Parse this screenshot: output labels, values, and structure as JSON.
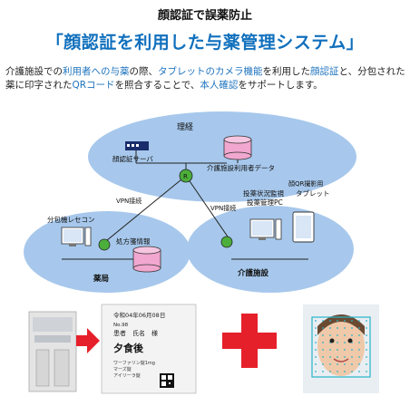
{
  "header": {
    "topline": "顔認証で誤薬防止",
    "title": "「顔認証を利用した与薬管理システム」",
    "description_parts": [
      {
        "text": "介護施設での",
        "hl": false
      },
      {
        "text": "利用者への与薬",
        "hl": true
      },
      {
        "text": "の際、",
        "hl": false
      },
      {
        "text": "タブレットのカメラ機能",
        "hl": true
      },
      {
        "text": "を利用した",
        "hl": false
      },
      {
        "text": "顔認証",
        "hl": true
      },
      {
        "text": "と、分包された薬に印字された",
        "hl": false
      },
      {
        "text": "QRコード",
        "hl": true
      },
      {
        "text": "を照合することで、",
        "hl": false
      },
      {
        "text": "本人確認",
        "hl": true
      },
      {
        "text": "をサポートします。",
        "hl": false
      }
    ]
  },
  "diagram": {
    "cloud_top_label": "理経",
    "face_server_label": "顔認証サーバ",
    "db_top_label": "介護施設利用者データ",
    "router_label": "R",
    "vpn_left": "VPN接続",
    "vpn_right": "VPN接続",
    "pharmacy_label": "薬局",
    "packager_label": "分包機レセコン",
    "prescription_label": "処方箋情報",
    "facility_label": "介護施設",
    "monitor_label_1": "投薬状況監視",
    "monitor_label_2": "投薬管理PC",
    "tablet_label_1": "顔QR撮影用",
    "tablet_label_2": "タブレット"
  },
  "packet": {
    "date_line": "令和04年06月08日",
    "code": "No.98",
    "name_line": "患者　氏名　様",
    "time_label": "夕食後",
    "med_1": "ワーファリン錠1mg",
    "med_2": "マーズ錠",
    "med_3": "アイリーラ錠"
  },
  "colors": {
    "title_blue": "#1170bd",
    "cloud": "#a7c8ec",
    "db_pink": "#f1a7cf",
    "router_green": "#4caf3b",
    "cross_red": "#e5202a",
    "arrow_red": "#e5202a",
    "face_grid": "#27b4c9"
  }
}
